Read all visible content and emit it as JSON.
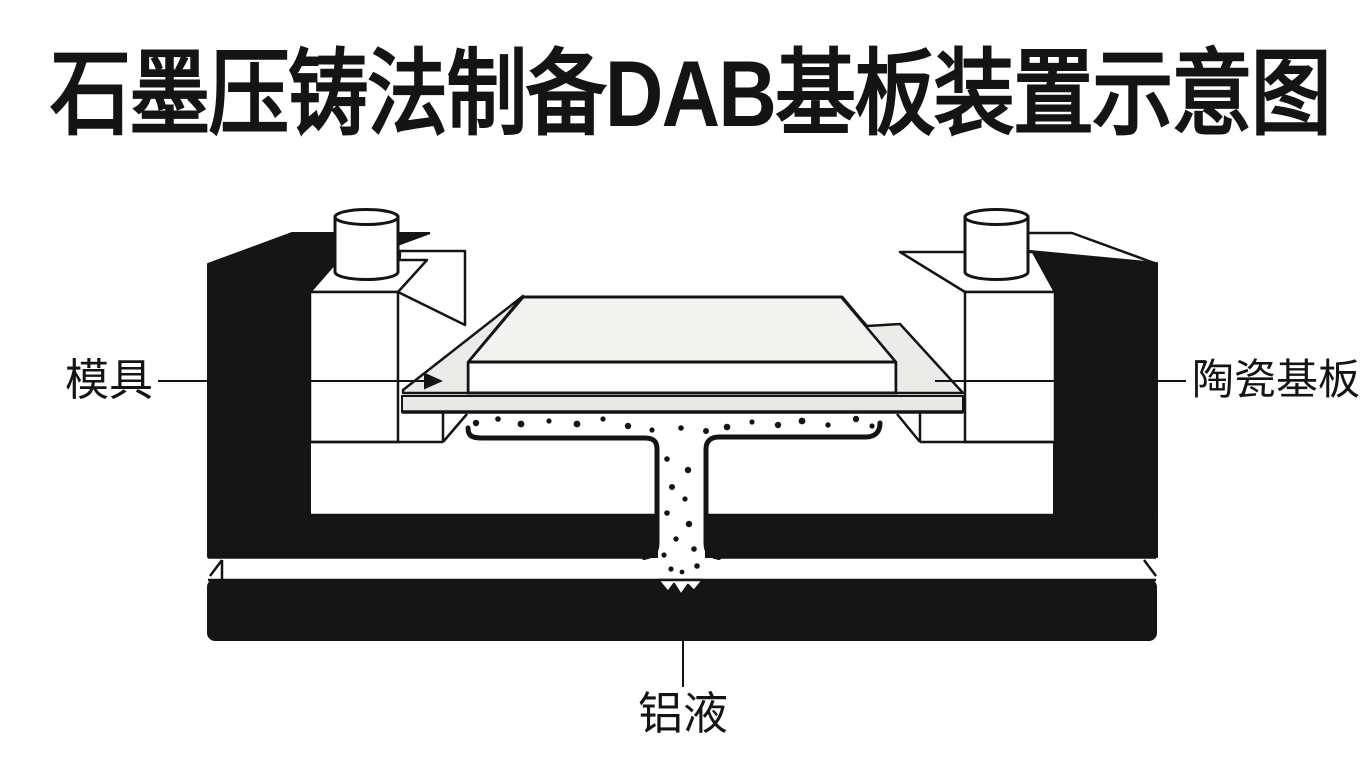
{
  "title": "石墨压铸法制备DAB基板装置示意图",
  "labels": {
    "mold": "模具",
    "ceramic_substrate": "陶瓷基板",
    "aluminum_liquid": "铝液"
  },
  "colors": {
    "ink": "#151515",
    "background": "#ffffff",
    "wedge_gray": "#ebebe9",
    "press_plate_gray": "#f3f3f1",
    "substrate_gray": "#e8e8e6"
  }
}
